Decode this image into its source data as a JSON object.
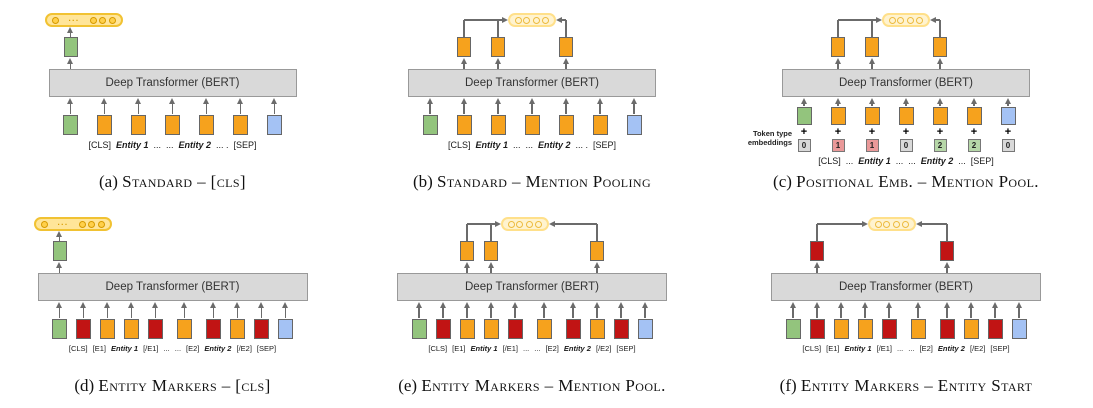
{
  "figure": {
    "transformer_label": "Deep Transformer (BERT)",
    "colors": {
      "token_green": "#93c47d",
      "token_orange": "#f6a21d",
      "token_red": "#c11414",
      "token_blue": "#a4c2f4",
      "token_border": "#666666",
      "transformer_fill": "#d9d9d9",
      "transformer_border": "#999999",
      "arrow": "#6b6b6b",
      "pill_bold_border": "#f1c232",
      "pill_bold_fill": "#ffe599",
      "pill_bold_node": "#ffd04a",
      "pill_bold_node_border": "#d69a00",
      "pill_pale_border": "#ffe08a",
      "pill_pale_fill": "#fff3cf",
      "pill_pale_node": "#fff3cf",
      "pill_pale_node_border": "#edbb3f",
      "type_gray": "#d9d9d9",
      "type_pink": "#ea9999",
      "type_green": "#b6d7a8"
    },
    "panels": [
      {
        "id": "a",
        "caption_prefix": "(a)",
        "caption": "Standard – [cls]",
        "pill": {
          "style": "bold",
          "dots": true,
          "anchor": "cls"
        },
        "output": {
          "color": "green",
          "positions": [
            0
          ]
        },
        "tokens": [
          "green",
          "orange",
          "orange",
          "orange",
          "orange",
          "orange",
          "blue"
        ],
        "labels": [
          {
            "text": "[CLS]"
          },
          {
            "text": "Entity 1",
            "bold": true
          },
          {
            "text": "..."
          },
          {
            "text": "..."
          },
          {
            "text": "Entity 2",
            "bold": true
          },
          {
            "text": "... ."
          },
          {
            "text": "[SEP]"
          }
        ]
      },
      {
        "id": "b",
        "caption_prefix": "(b)",
        "caption": "Standard – Mention Pooling",
        "pill": {
          "style": "pale",
          "dots": false,
          "anchor": "mention"
        },
        "output": {
          "color": "orange",
          "positions": [
            1,
            2,
            4
          ]
        },
        "tokens": [
          "green",
          "orange",
          "orange",
          "orange",
          "orange",
          "orange",
          "blue"
        ],
        "labels": [
          {
            "text": "[CLS]"
          },
          {
            "text": "Entity 1",
            "bold": true
          },
          {
            "text": "..."
          },
          {
            "text": "..."
          },
          {
            "text": "Entity 2",
            "bold": true
          },
          {
            "text": "... ."
          },
          {
            "text": "[SEP]"
          }
        ]
      },
      {
        "id": "c",
        "caption_prefix": "(c)",
        "caption": "Positional Emb. – Mention Pool.",
        "pill": {
          "style": "pale",
          "dots": false,
          "anchor": "mention"
        },
        "output": {
          "color": "orange",
          "positions": [
            1,
            2,
            4
          ]
        },
        "tokens": [
          "green",
          "orange",
          "orange",
          "orange",
          "orange",
          "orange",
          "blue"
        ],
        "token_type_label": [
          "Token type",
          "embeddings"
        ],
        "token_types": [
          {
            "value": "0",
            "color": "gray"
          },
          {
            "value": "1",
            "color": "pink"
          },
          {
            "value": "1",
            "color": "pink"
          },
          {
            "value": "0",
            "color": "gray"
          },
          {
            "value": "2",
            "color": "green"
          },
          {
            "value": "2",
            "color": "green"
          },
          {
            "value": "0",
            "color": "gray"
          }
        ],
        "labels": [
          {
            "text": "[CLS]"
          },
          {
            "text": "..."
          },
          {
            "text": "Entity 1",
            "bold": true
          },
          {
            "text": "..."
          },
          {
            "text": "..."
          },
          {
            "text": "Entity 2",
            "bold": true
          },
          {
            "text": "..."
          },
          {
            "text": "[SEP]"
          }
        ]
      },
      {
        "id": "d",
        "caption_prefix": "(d)",
        "caption": "Entity Markers – [cls]",
        "pill": {
          "style": "bold",
          "dots": true,
          "anchor": "cls"
        },
        "output": {
          "color": "green",
          "positions": [
            0
          ]
        },
        "tokens": [
          "green",
          "red",
          "orange",
          "orange",
          "red",
          "orange",
          "red",
          "orange",
          "red",
          "blue"
        ],
        "labels": [
          {
            "text": "[CLS]"
          },
          {
            "text": "[E1]"
          },
          {
            "text": "Entity 1",
            "bold": true
          },
          {
            "text": "[/E1]"
          },
          {
            "text": "..."
          },
          {
            "text": "..."
          },
          {
            "text": "[E2]"
          },
          {
            "text": "Entity 2",
            "bold": true
          },
          {
            "text": "[/E2]"
          },
          {
            "text": "[SEP]"
          }
        ]
      },
      {
        "id": "e",
        "caption_prefix": "(e)",
        "caption": "Entity Markers – Mention Pool.",
        "pill": {
          "style": "pale",
          "dots": false,
          "anchor": "mention"
        },
        "output": {
          "color": "orange",
          "positions": [
            2,
            3,
            7
          ]
        },
        "tokens": [
          "green",
          "red",
          "orange",
          "orange",
          "red",
          "orange",
          "red",
          "orange",
          "red",
          "blue"
        ],
        "labels": [
          {
            "text": "[CLS]"
          },
          {
            "text": "[E1]"
          },
          {
            "text": "Entity 1",
            "bold": true
          },
          {
            "text": "[/E1]"
          },
          {
            "text": "..."
          },
          {
            "text": "..."
          },
          {
            "text": "[E2]"
          },
          {
            "text": "Entity 2",
            "bold": true
          },
          {
            "text": "[/E2]"
          },
          {
            "text": "[SEP]"
          }
        ]
      },
      {
        "id": "f",
        "caption_prefix": "(f)",
        "caption": "Entity Markers – Entity Start",
        "pill": {
          "style": "pale",
          "dots": false,
          "anchor": "between"
        },
        "output": {
          "color": "red",
          "positions": [
            1,
            6
          ]
        },
        "tokens": [
          "green",
          "red",
          "orange",
          "orange",
          "red",
          "orange",
          "red",
          "orange",
          "red",
          "blue"
        ],
        "labels": [
          {
            "text": "[CLS]"
          },
          {
            "text": "[E1]"
          },
          {
            "text": "Entity 1",
            "bold": true
          },
          {
            "text": "[/E1]"
          },
          {
            "text": "..."
          },
          {
            "text": "..."
          },
          {
            "text": "[E2]"
          },
          {
            "text": "Entity 2",
            "bold": true
          },
          {
            "text": "[/E2]"
          },
          {
            "text": "[SEP]"
          }
        ]
      }
    ]
  }
}
